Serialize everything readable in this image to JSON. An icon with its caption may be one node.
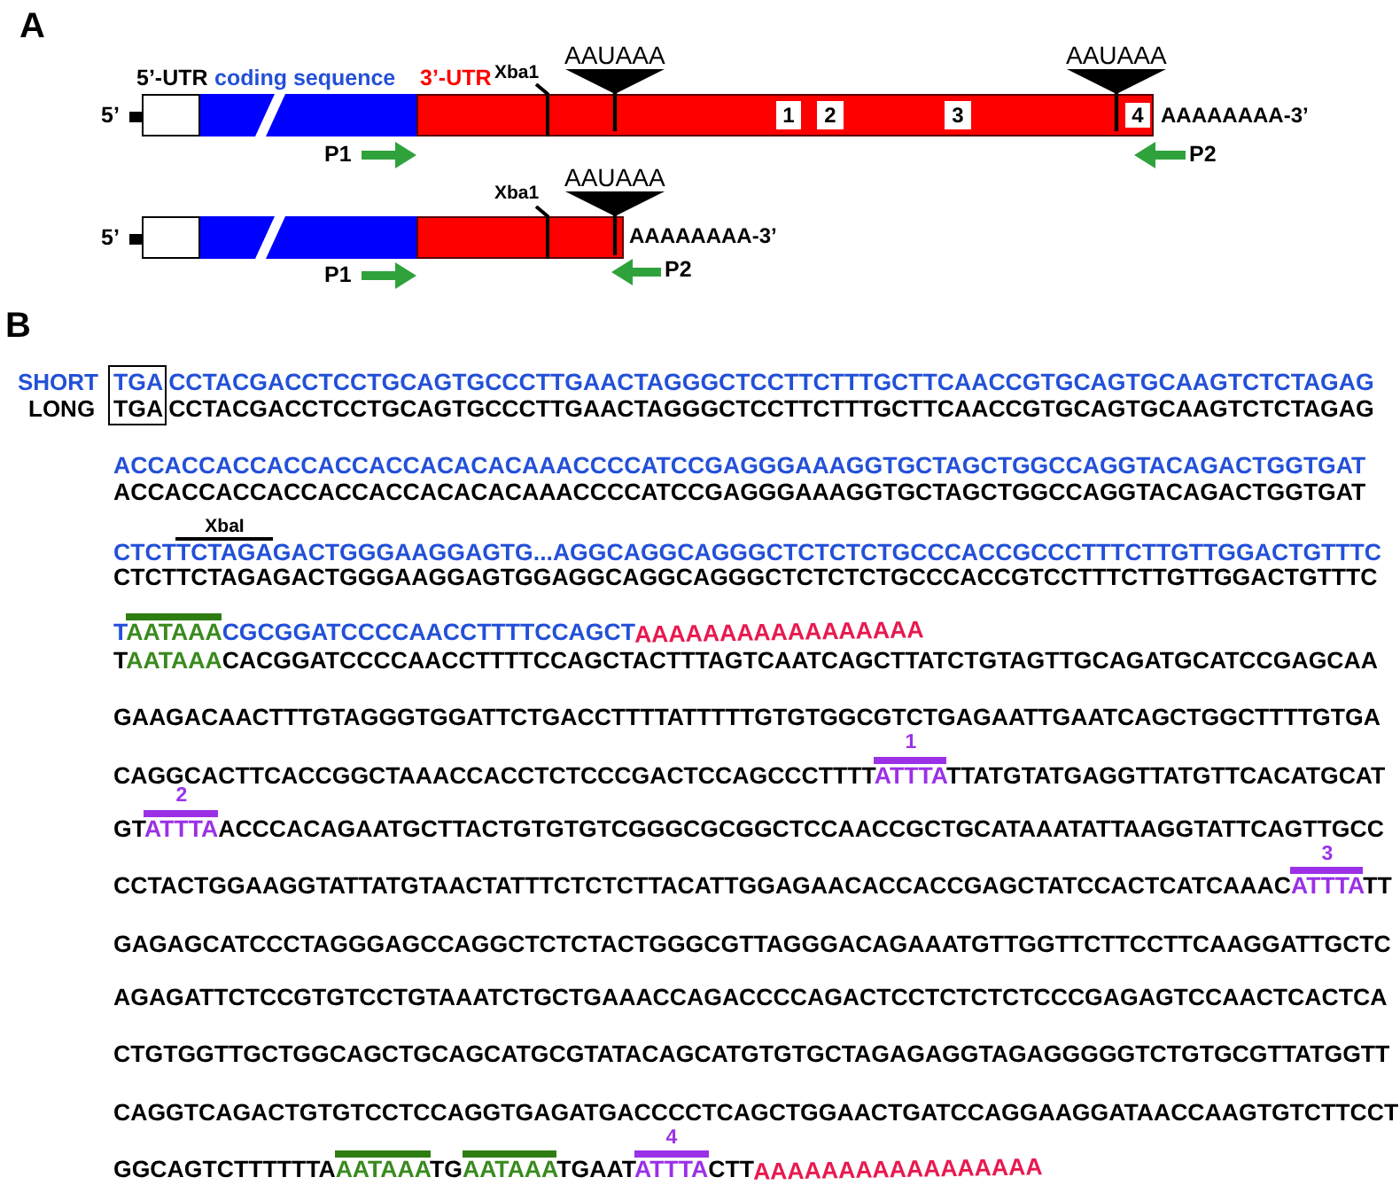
{
  "diagram": {
    "nodes": [
      {
        "text": [
          "5’-UTR"
        ]
      },
      {
        "text": [
          "coding sequence"
        ]
      },
      {
        "text": [
          "3’-UTR"
        ]
      },
      {
        "text": [
          "1"
        ],
        "in": 2
      },
      {
        "text": [
          "2"
        ],
        "in": 2
      },
      {
        "text": [
          "3"
        ],
        "in": 2
      },
      {
        "text": [
          "4"
        ],
        "in": 2
      },
      {
        "text": [],
        "shape": "box"
      },
      {
        "text": [],
        "shape": "bar"
      },
      {
        "text": [],
        "shape": "bar"
      }
    ],
    "labels": [
      "A",
      "Xba1",
      "AAUAAA",
      "AAUAAA",
      "5’",
      "AAAAAAAA-3’",
      "P1",
      "P2",
      "Xba1",
      "AAUAAA",
      "5’",
      "AAAAAAAA-3’",
      "P1",
      "P2",
      "B",
      "SHORT",
      "TGACCTACGACCTCCTGCAGTGCCCTTGAACTAGGGCTCCTTCTTTGCTTCAACCGTGCAGTGCAAGTCTCTAGAG",
      "LONG",
      "TGACCTACGACCTCCTGCAGTGCCCTTGAACTAGGGCTCCTTCTTTGCTTCAACCGTGCAGTGCAAGTCTCTAGAG",
      "ACCACCACCACCACCACCACACACAAACCCCATCCGAGGGAAAGGTGCTAGCTGGCCAGGTACAGACTGGTGAT",
      "ACCACCACCACCACCACCACACACAAACCCCATCCGAGGGAAAGGTGCTAGCTGGCCAGGTACAGACTGGTGAT",
      "XbaI",
      "CTCTTCTAGAGACTGGGAAGGAGTG...AGGCAGGCAGGGCTCTCTCTGCCCACCGCCCTTTCTTGTTGGACTGTTTC",
      "CTCTTCTAGAGACTGGGAAGGAGTGGAGGCAGGCAGGGCTCTCTCTGCCCACCGTCCTTTCTTGTTGGACTGTTTC",
      "TAATAAACGCGGATCCCCAACCTTTTCCAGCTAAAAAAAAAAAAAAAAA",
      "TAATAAACACGGATCCCCAACCTTTTCCAGCTACTTTAGTCAATCAGCTTATCTGTAGTTGCAGATGCATCCGAGCAA",
      "GAAGACAACTTTGTAGGGTGGATTCTGACCTTTTATTTTTGTGTGGCGTCTGAGAATTGAATCAGCTGGCTTTTGTGA",
      "1",
      "CAGGCACTTCACCGGCTAAACCACCTCTCCCGACTCCAGCCCTTTTATTTATTATGTATGAGGTTATGTTCACATGCAT",
      "2",
      "GTATTTAACCCACAGAATGCTTACTGTGTGTCGGGCGCGGCTCCAACCGCTGCATAAATATTAAGGTATTCAGTTGCC",
      "3",
      "CCTACTGGAAGGTATTATGTAACTATTTCTCTCTTACATTGGAGAACACCACCGAGCTATCCACTCATCAAACATTTATT",
      "GAGAGCATCCCTAGGGAGCCAGGCTCTCTACTGGGCGTTAGGGACAGAAATGTTGGTTCTTCCTTCAAGGATTGCTC",
      "AGAGATTCTCCGTGTCCTGTAAATCTGCTGAAACCAGACCCCAGACTCCTCTCTCTCCCGAGAGTCCAACTCACTCA",
      "CTGTGGTTGCTGGCAGCTGCAGCATGCGTATACAGCATGTGTGCTAGAGAGGTAGAGGGGGTCTGTGCGTTATGGTT",
      "CAGGTCAGACTGTGTCCTCCAGGTGAGATGACCCCTCAGCTGGAACTGATCCAGGAAGGATAACCAAGTGTCTTCCT",
      "4",
      "GGCAGTCTTTTTTAAATAAATGAATAAATGAATATTTACTTAAAAAAAAAAAAAAAAA"
    ]
  }
}
